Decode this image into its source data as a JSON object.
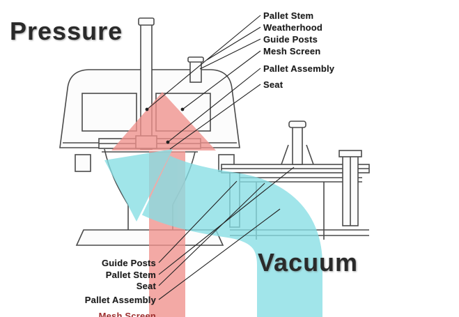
{
  "diagram": {
    "pressure_label": "Pressure",
    "vacuum_label": "Vacuum",
    "right_labels": [
      "Pallet Stem",
      "Weatherhood",
      "Guide Posts",
      "Mesh Screen",
      "Pallet Assembly",
      "Seat"
    ],
    "bottom_labels": [
      "Guide Posts",
      "Pallet Stem",
      "Seat",
      "Pallet Assembly"
    ],
    "bottom_partial_label": "Mesh Screen",
    "colors": {
      "pressure_arrow": "#f0918c",
      "vacuum_arrow": "#86dee4",
      "line": "#4a4a4a",
      "text": "#1b1b1b"
    }
  }
}
